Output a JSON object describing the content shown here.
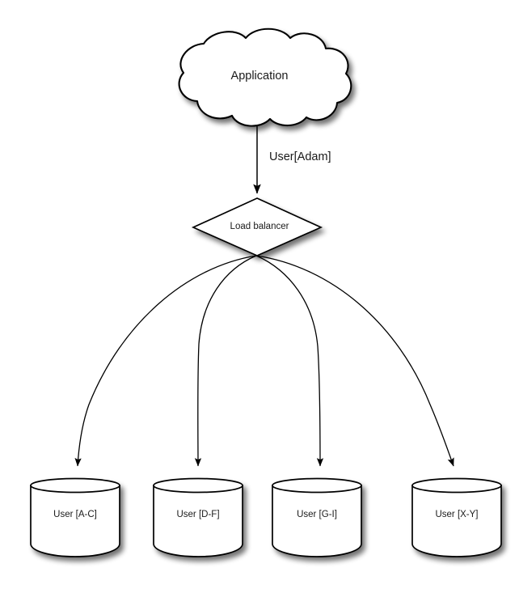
{
  "diagram": {
    "title_node": {
      "id": "application-cloud",
      "shape": "cloud",
      "label": "Application"
    },
    "router_node": {
      "id": "load-balancer",
      "shape": "diamond",
      "label": "Load balancer"
    },
    "edges": [
      {
        "id": "app-to-lb",
        "label": "User[Adam]",
        "from": "application-cloud",
        "to": "load-balancer"
      },
      {
        "id": "lb-to-db1",
        "label": "",
        "from": "load-balancer",
        "to": "db-a-c"
      },
      {
        "id": "lb-to-db2",
        "label": "",
        "from": "load-balancer",
        "to": "db-d-f"
      },
      {
        "id": "lb-to-db3",
        "label": "",
        "from": "load-balancer",
        "to": "db-g-i"
      },
      {
        "id": "lb-to-db4",
        "label": "",
        "from": "load-balancer",
        "to": "db-x-y"
      }
    ],
    "databases": [
      {
        "id": "db-a-c",
        "shape": "cylinder",
        "label": "User [A-C]"
      },
      {
        "id": "db-d-f",
        "shape": "cylinder",
        "label": "User [D-F]"
      },
      {
        "id": "db-g-i",
        "shape": "cylinder",
        "label": "User [G-I]"
      },
      {
        "id": "db-x-y",
        "shape": "cylinder",
        "label": "User [X-Y]"
      }
    ],
    "colors": {
      "background": "#ffffff",
      "stroke": "#000000",
      "fill": "#ffffff",
      "text": "#1a1a1a",
      "shadow": "#9a9a9a"
    }
  }
}
